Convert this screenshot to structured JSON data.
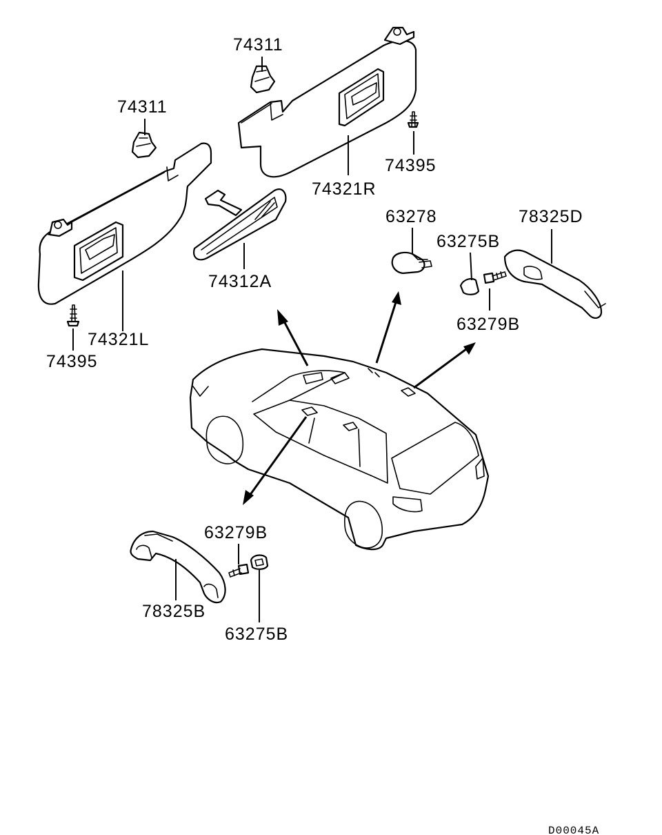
{
  "diagram": {
    "labels": {
      "visor_clip_right": "74311",
      "visor_clip_left": "74311",
      "visor_right": "74321R",
      "visor_left": "74321L",
      "screw_right": "74395",
      "screw_left": "74395",
      "mirror": "74312A",
      "roof_clip": "63278",
      "cap_front": "63275B",
      "handle_front": "78325D",
      "bolt_front": "63279B",
      "bolt_rear": "63279B",
      "handle_rear": "78325B",
      "cap_rear": "63275B"
    },
    "drawing_code": "D00045A"
  }
}
